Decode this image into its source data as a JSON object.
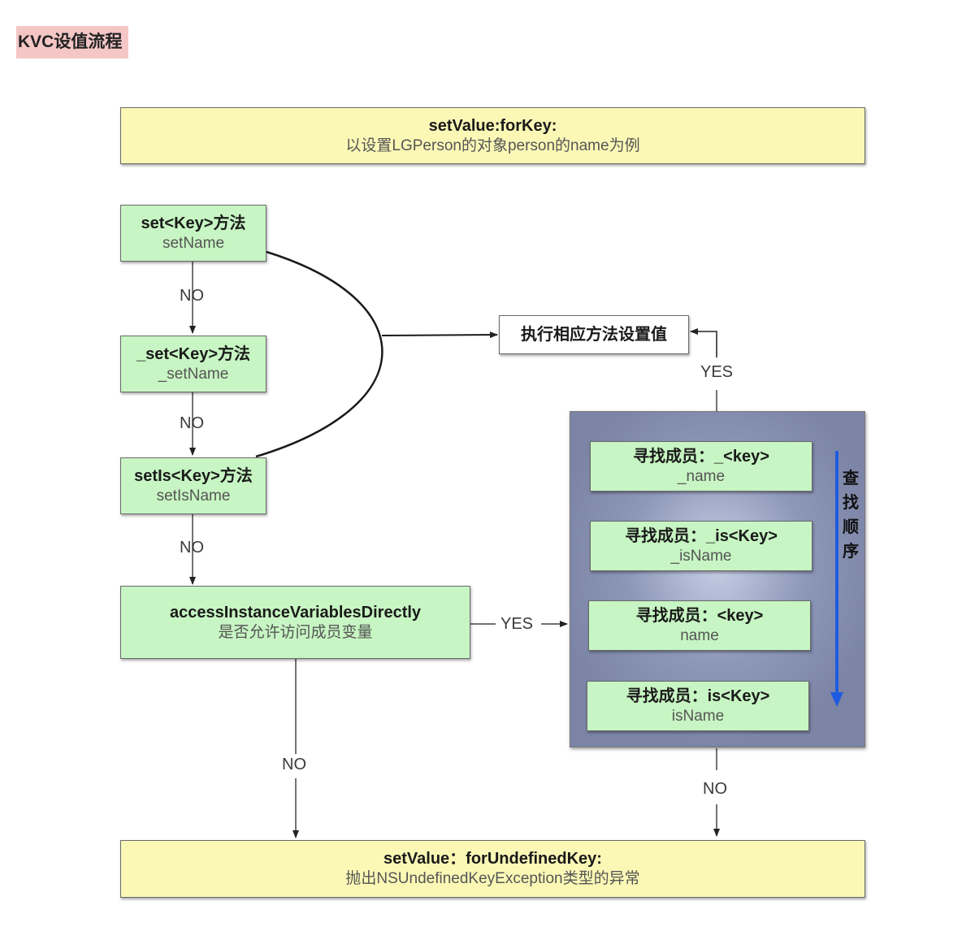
{
  "title": "KVC设值流程",
  "boxes": {
    "entry": {
      "line1": "setValue:forKey:",
      "line2": "以设置LGPerson的对象person的name为例"
    },
    "set_key": {
      "line1": "set<Key>方法",
      "line2": "setName"
    },
    "underscore_set_key": {
      "line1": "_set<Key>方法",
      "line2": "_setName"
    },
    "set_is_key": {
      "line1": "setIs<Key>方法",
      "line2": "setIsName"
    },
    "access_ivars": {
      "line1": "accessInstanceVariablesDirectly",
      "line2": "是否允许访问成员变量"
    },
    "execute": {
      "line1": "执行相应方法设置值"
    },
    "undefined": {
      "line1": "setValue：forUndefinedKey:",
      "line2": "抛出NSUndefinedKeyException类型的异常"
    }
  },
  "search_group": {
    "order_label": "查找顺序",
    "members": [
      {
        "line1": "寻找成员：_<key>",
        "line2": "_name"
      },
      {
        "line1": "寻找成员：_is<Key>",
        "line2": "_isName"
      },
      {
        "line1": "寻找成员：<key>",
        "line2": "name"
      },
      {
        "line1": "寻找成员：is<Key>",
        "line2": "isName"
      }
    ]
  },
  "labels": {
    "no_1": "NO",
    "no_2": "NO",
    "no_3": "NO",
    "yes_access": "YES",
    "yes_found": "YES",
    "no_access": "NO",
    "no_found": "NO"
  },
  "colors": {
    "yellow_box": "#fbf8b6",
    "green_box": "#c7f5c3",
    "title_tag": "#f4c6c6",
    "order_arrow": "#1f5be0",
    "group_gradient_center": "#c8cfe6",
    "group_gradient_edge": "#7c85a6"
  }
}
